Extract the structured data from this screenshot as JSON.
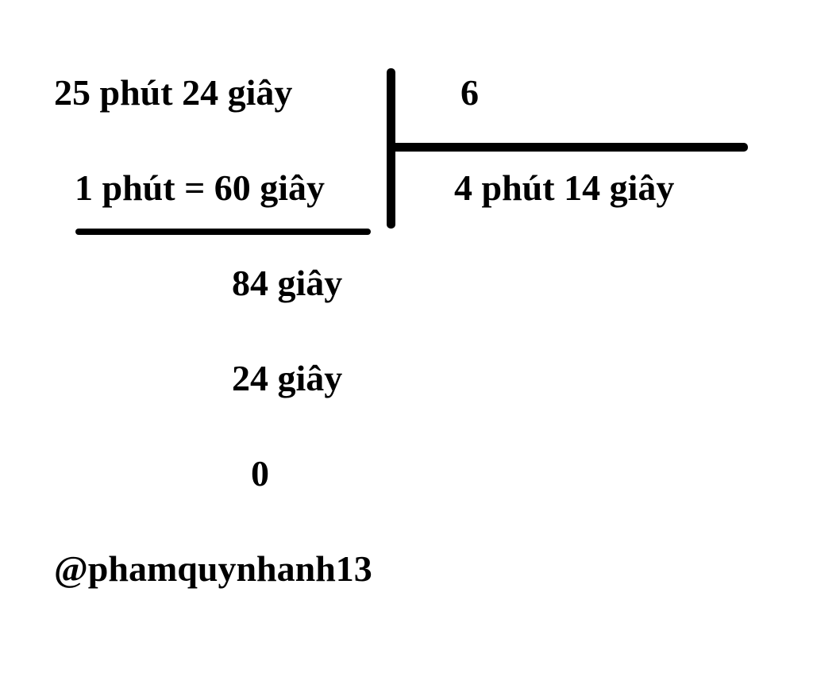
{
  "division": {
    "dividend": "25 phút 24 giây",
    "divisor": "6",
    "quotient": "4 phút 14 giây",
    "steps": [
      "1 phút = 60 giây",
      "84 giây",
      "24 giây",
      "0"
    ]
  },
  "watermark": "@phamquynhanh13",
  "colors": {
    "ink": "#000000",
    "background": "#ffffff"
  }
}
